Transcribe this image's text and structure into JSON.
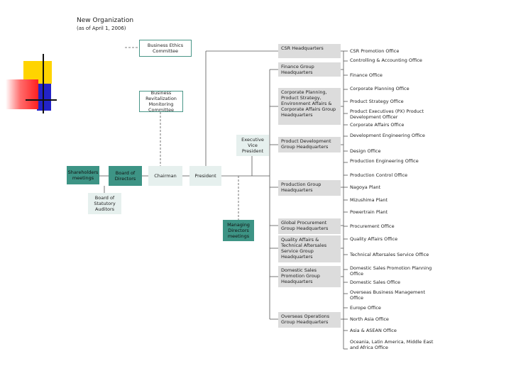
{
  "title": "New Organization",
  "subtitle": "(as of April 1, 2006)",
  "nodes": {
    "business_ethics": "Business Ethics Committee",
    "business_revitalization": "Business Revitalization Monitoring Committee",
    "shareholders": "Shareholders meetings",
    "board_directors": "Board of Directors",
    "chairman": "Chairman",
    "president": "President",
    "statutory_auditors": "Board of Statutory Auditors",
    "evp": "Executive Vice President",
    "managing_directors": "Managing Directors meetings"
  },
  "groups": [
    "CSR Headquarters",
    "Finance Group Headquarters",
    "Corporate Planning, Product Strategy, Environment Affairs & Corporate Affairs Group Headquarters",
    "Product Development Group Headquarters",
    "Production Group Headquarters",
    "Global Procurement Group Headquarters",
    "Quality Affairs & Technical Aftersales Service Group Headquarters",
    "Domestic Sales Promotion Group Headquarters",
    "Overseas Operations Group Headquarters"
  ],
  "offices": [
    "CSR Promotion Office",
    "Controlling & Accounting Office",
    "Finance Office",
    "Corporate Planning Office",
    "Product Strategy Office",
    "Product Executives (PX) Product Development Officer",
    "Corporate Affairs Office",
    "Development Engineering Office",
    "Design Office",
    "Production Engineering Office",
    "Production Control Office",
    "Nagoya Plant",
    "Mizushima Plant",
    "Powertrain Plant",
    "Procurement Office",
    "Quality Affairs Office",
    "Technical Aftersales Service Office",
    "Domestic Sales Promotion Planning Office",
    "Domestic Sales Office",
    "Overseas Business Management Office",
    "Europe Office",
    "North Asia Office",
    "Asia & ASEAN Office",
    "Oceania, Latin America, Middle East and Africa Office"
  ],
  "colors": {
    "teal": "#3d9485",
    "light_green": "#e6f0ee",
    "grey": "#dcdcdc",
    "line": "#555555",
    "deco_yellow": "#ffd400",
    "deco_red": "#ff3030",
    "deco_blue": "#2020c0"
  }
}
